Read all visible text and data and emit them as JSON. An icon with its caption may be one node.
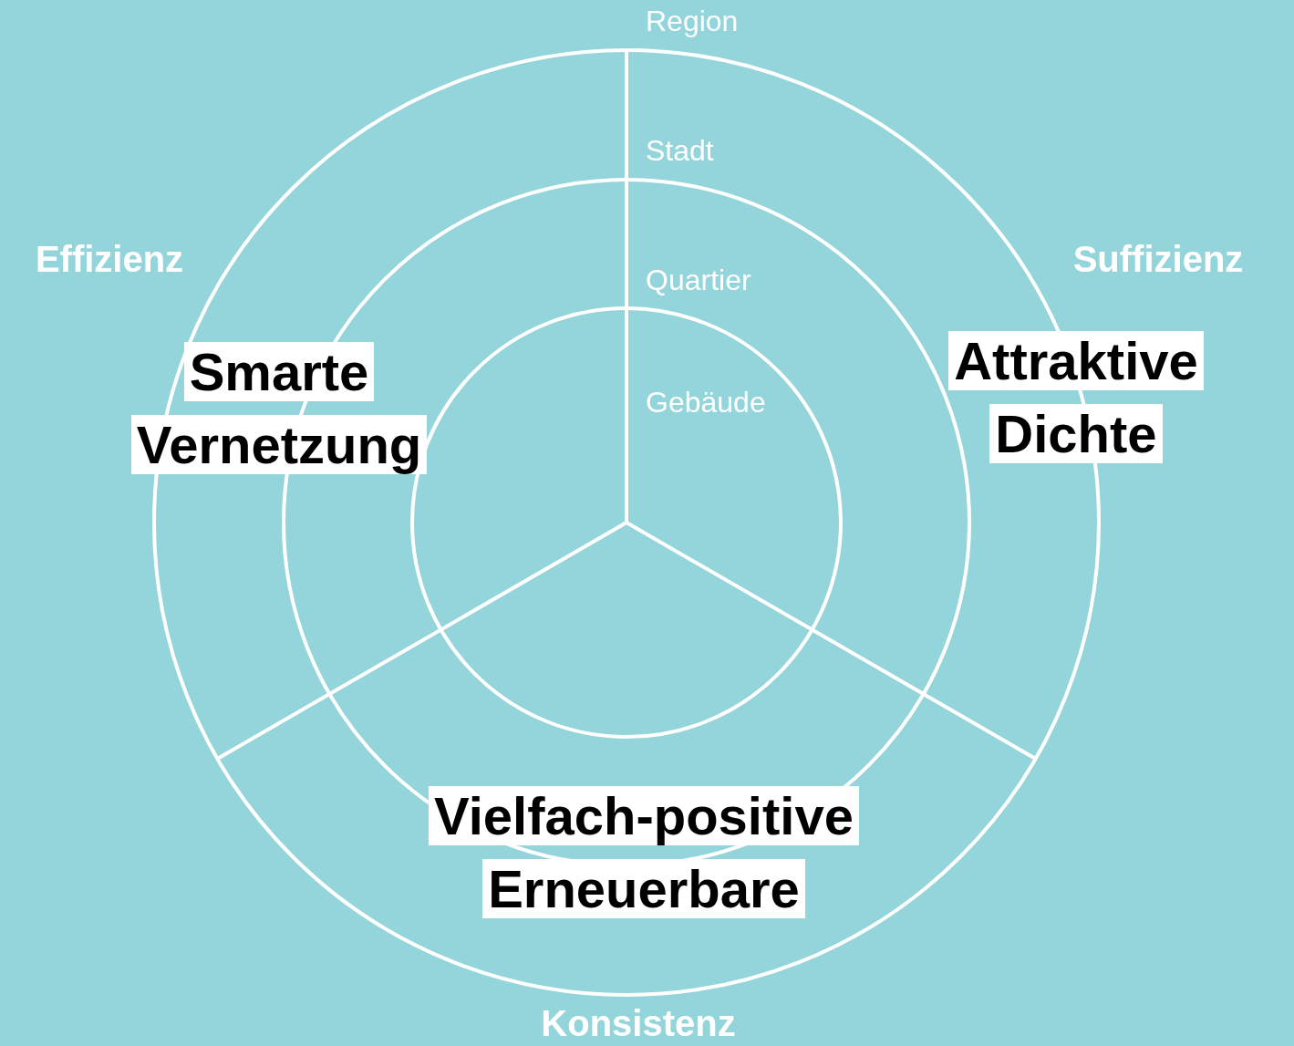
{
  "diagram": {
    "nodes": [
      {
        "text": [
          "Smarte Vernetzung"
        ]
      },
      {
        "text": [
          "Attraktive Dichte"
        ]
      },
      {
        "text": [
          "Vielfach-positive Erneuerbare"
        ]
      }
    ],
    "labels": [
      "Region",
      "Effizienz",
      "Suffizienz",
      "Stadt",
      "Quartier",
      "Gebäude",
      "Konsistenz"
    ]
  }
}
